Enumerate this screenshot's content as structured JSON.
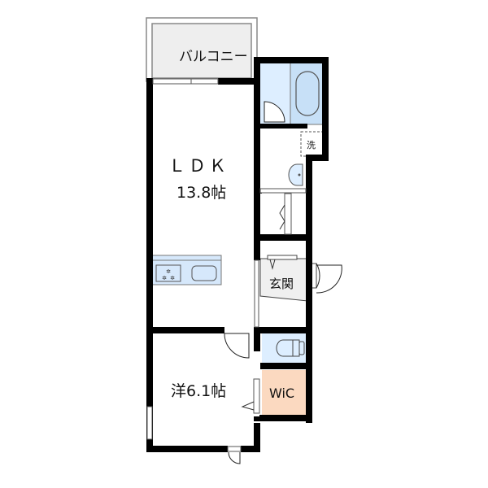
{
  "rooms": {
    "balcony": {
      "label": "バルコニー"
    },
    "ldk": {
      "label": "ＬＤＫ",
      "size": "13.8帖"
    },
    "western": {
      "label": "洋6.1帖"
    },
    "entrance": {
      "label": "玄関"
    },
    "wic": {
      "label": "WiC"
    },
    "laundry": {
      "label": "洗"
    }
  },
  "colors": {
    "wall": "#000000",
    "wet_area": "#ddeeff",
    "bathtub": "#c7e0f7",
    "kitchen": "#d6e8fb",
    "wic": "#fbd9c0",
    "entrance_floor": "#f0f0f0",
    "balcony": "#eeeeee"
  }
}
